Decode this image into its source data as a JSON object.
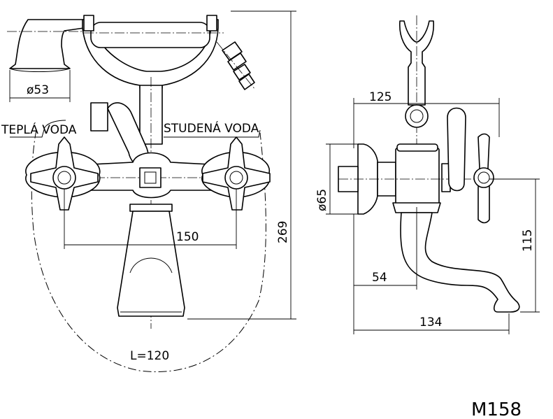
{
  "labels": {
    "hot_water": "TEPLÁ VODA",
    "cold_water": "STUDENÁ VODA",
    "shower_diameter": "ø53",
    "center_distance": "150",
    "total_height": "269",
    "hose_length": "L=120",
    "outlet_diameter": "ø65",
    "width_top": "125",
    "wall_offset": "54",
    "spout_reach": "134",
    "spout_height": "115",
    "model": "M158"
  }
}
